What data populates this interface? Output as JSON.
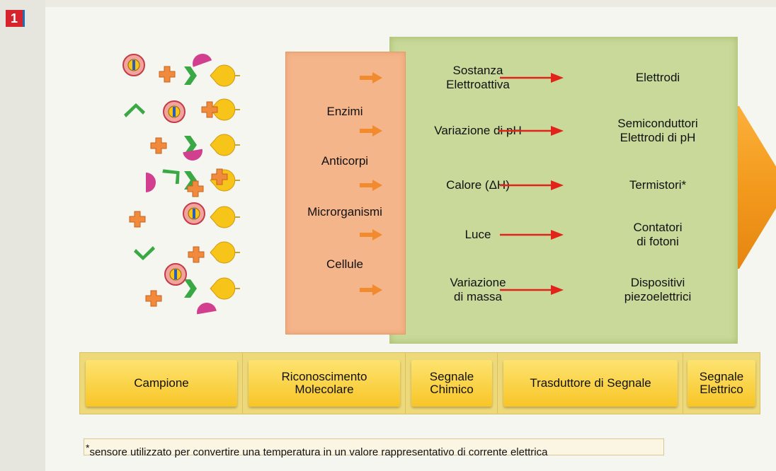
{
  "figure_number": "1",
  "recognition_elements": [
    "Enzimi",
    "Anticorpi",
    "Microrganismi",
    "Cellule"
  ],
  "signals": [
    {
      "chemical": "Sostanza\nElettroattiva",
      "transducer": "Elettrodi"
    },
    {
      "chemical": "Variazione di pH",
      "transducer": "Semiconduttori\nElettrodi di pH"
    },
    {
      "chemical": "Calore (ΔH)",
      "transducer": "Termistori*"
    },
    {
      "chemical": "Luce",
      "transducer": "Contatori\ndi fotoni"
    },
    {
      "chemical": "Variazione\ndi massa",
      "transducer": "Dispositivi\npiezoelettrici"
    }
  ],
  "stages": [
    "Campione",
    "Riconoscimento\nMolecolare",
    "Segnale\nChimico",
    "Trasduttore di Segnale",
    "Segnale\nElettrico"
  ],
  "footnote": {
    "marker": "*",
    "text": "sensore utilizzato per convertire una temperatura in un valore rappresentativo di corrente elettrica"
  },
  "colors": {
    "transducer_panel": "#c8d99a",
    "recognition_panel": "#f4b58a",
    "stage_box": "#f8c527",
    "arrow_red": "#e2231a",
    "arrow_orange": "#f28a2e",
    "receptor_yellow": "#f7c41a",
    "receptor_green": "#3aa845",
    "molecule_magenta": "#d23f8f",
    "molecule_orange": "#f08a3c"
  },
  "icons": [
    "pacman-receptor-icon",
    "chevron-receptor-icon",
    "ring-molecule-icon",
    "cross-molecule-icon",
    "half-disc-molecule-icon",
    "angle-molecule-icon",
    "output-arrow-icon"
  ]
}
